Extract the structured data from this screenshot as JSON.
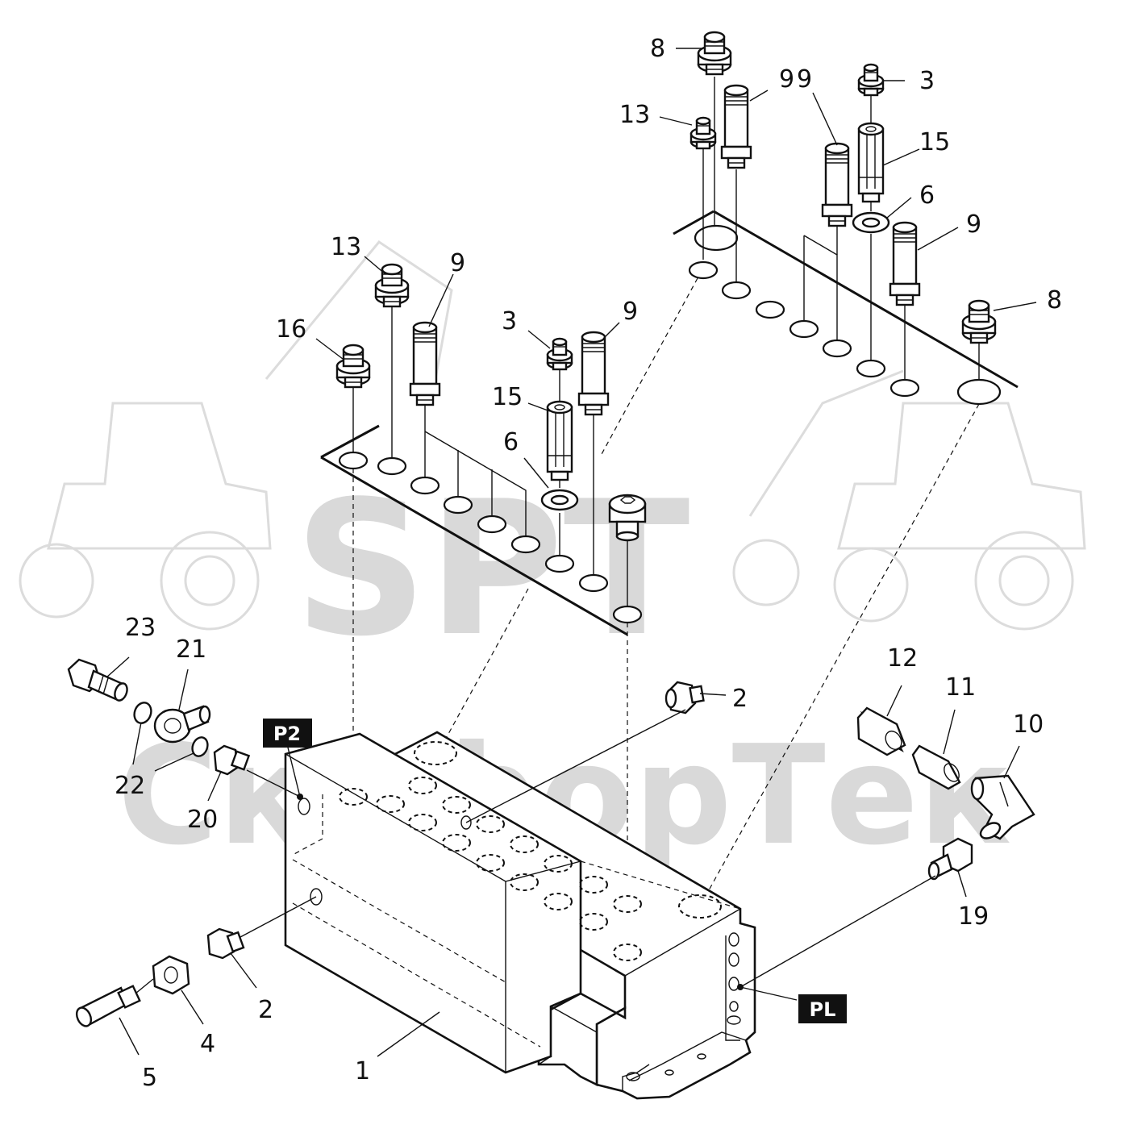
{
  "watermark": {
    "brand": "SPT",
    "company": "СкафорТек"
  },
  "ports": {
    "p2": "P2",
    "pl": "PL"
  },
  "callouts": [
    {
      "id": "c8a",
      "label": "8"
    },
    {
      "id": "c9a",
      "label": "9"
    },
    {
      "id": "c3a",
      "label": "3"
    },
    {
      "id": "c13a",
      "label": "13"
    },
    {
      "id": "c9b",
      "label": "9"
    },
    {
      "id": "c15a",
      "label": "15"
    },
    {
      "id": "c6a",
      "label": "6"
    },
    {
      "id": "c9c",
      "label": "9"
    },
    {
      "id": "c8b",
      "label": "8"
    },
    {
      "id": "c13b",
      "label": "13"
    },
    {
      "id": "c9d",
      "label": "9"
    },
    {
      "id": "c16",
      "label": "16"
    },
    {
      "id": "c3b",
      "label": "3"
    },
    {
      "id": "c9e",
      "label": "9"
    },
    {
      "id": "c15b",
      "label": "15"
    },
    {
      "id": "c6b",
      "label": "6"
    },
    {
      "id": "c23",
      "label": "23"
    },
    {
      "id": "c21",
      "label": "21"
    },
    {
      "id": "c2a",
      "label": "2"
    },
    {
      "id": "c12",
      "label": "12"
    },
    {
      "id": "c11",
      "label": "11"
    },
    {
      "id": "c10",
      "label": "10"
    },
    {
      "id": "c22",
      "label": "22"
    },
    {
      "id": "c20",
      "label": "20"
    },
    {
      "id": "c19",
      "label": "19"
    },
    {
      "id": "c2b",
      "label": "2"
    },
    {
      "id": "c4",
      "label": "4"
    },
    {
      "id": "c5",
      "label": "5"
    },
    {
      "id": "c1",
      "label": "1"
    }
  ]
}
